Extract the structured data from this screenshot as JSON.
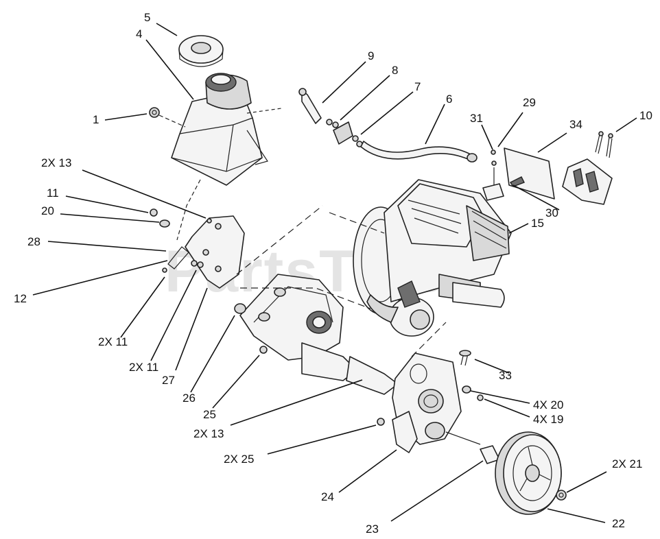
{
  "watermark": "PartsTree",
  "callouts": [
    {
      "id": "c5",
      "text": "5"
    },
    {
      "id": "c4",
      "text": "4"
    },
    {
      "id": "c9",
      "text": "9"
    },
    {
      "id": "c8",
      "text": "8"
    },
    {
      "id": "c7",
      "text": "7"
    },
    {
      "id": "c6",
      "text": "6"
    },
    {
      "id": "c1",
      "text": "1"
    },
    {
      "id": "c31",
      "text": "31"
    },
    {
      "id": "c29",
      "text": "29"
    },
    {
      "id": "c34",
      "text": "34"
    },
    {
      "id": "c10",
      "text": "10"
    },
    {
      "id": "c2x13a",
      "text": "2X 13"
    },
    {
      "id": "c11",
      "text": "11"
    },
    {
      "id": "c20",
      "text": "20"
    },
    {
      "id": "c28",
      "text": "28"
    },
    {
      "id": "c12",
      "text": "12"
    },
    {
      "id": "c30",
      "text": "30"
    },
    {
      "id": "c15",
      "text": "15"
    },
    {
      "id": "c2x11a",
      "text": "2X 11"
    },
    {
      "id": "c2x11b",
      "text": "2X 11"
    },
    {
      "id": "c27",
      "text": "27"
    },
    {
      "id": "c26",
      "text": "26"
    },
    {
      "id": "c25",
      "text": "25"
    },
    {
      "id": "c2x13b",
      "text": "2X 13"
    },
    {
      "id": "c33",
      "text": "33"
    },
    {
      "id": "c4x20",
      "text": "4X 20"
    },
    {
      "id": "c4x19",
      "text": "4X 19"
    },
    {
      "id": "c2x25",
      "text": "2X 25"
    },
    {
      "id": "c24",
      "text": "24"
    },
    {
      "id": "c2x21",
      "text": "2X 21"
    },
    {
      "id": "c22",
      "text": "22"
    },
    {
      "id": "c23",
      "text": "23"
    }
  ]
}
